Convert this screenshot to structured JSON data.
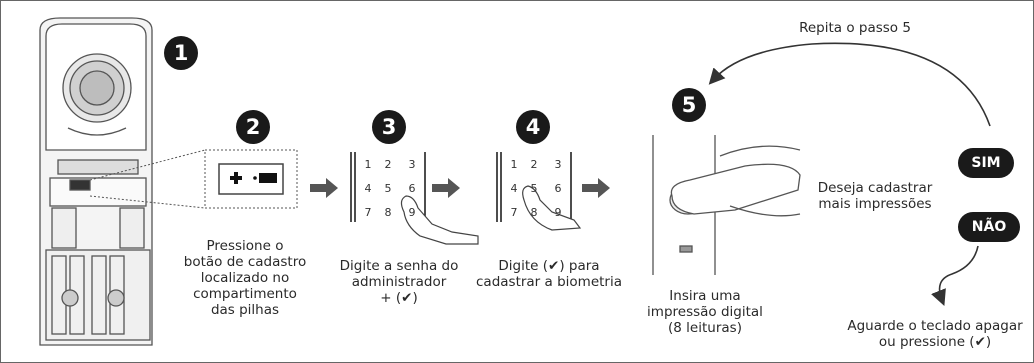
{
  "steps": [
    {
      "number": "1"
    },
    {
      "number": "2",
      "caption": [
        "Pressione o",
        "botão de cadastro",
        "localizado no",
        "compartimento",
        "das pilhas"
      ]
    },
    {
      "number": "3",
      "caption": [
        "Digite a senha do",
        "administrador",
        "+ (✔)"
      ]
    },
    {
      "number": "4",
      "caption": [
        "Digite (✔) para",
        "cadastrar a biometria"
      ]
    },
    {
      "number": "5",
      "caption": [
        "Insira uma",
        "impressão digital",
        "(8 leituras)"
      ]
    }
  ],
  "repeat_label": "Repita o passo 5",
  "question": [
    "Deseja cadastrar",
    "mais impressões"
  ],
  "yes_label": "SIM",
  "no_label": "NÃO",
  "final_caption": [
    "Aguarde o teclado apagar",
    "ou pressione (✔)"
  ],
  "keypad_keys": [
    "1",
    "2",
    "3",
    "4",
    "5",
    "6",
    "7",
    "8",
    "9"
  ]
}
